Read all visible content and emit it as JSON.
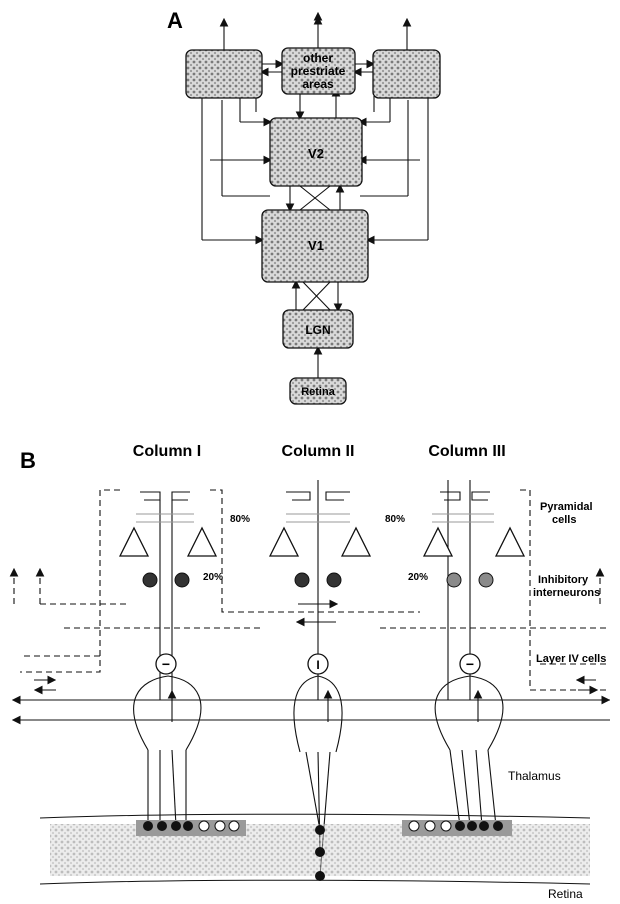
{
  "panel_a": {
    "letter": "A",
    "boxes": {
      "other": [
        "other",
        "prestriate",
        "areas"
      ],
      "v2": "V2",
      "v1": "V1",
      "lgn": "LGN",
      "retina": "Retina"
    }
  },
  "panel_b": {
    "letter": "B",
    "columns": [
      "Column I",
      "Column II",
      "Column III"
    ],
    "labels": {
      "pyramidal": [
        "Pyramidal",
        "cells"
      ],
      "inhibitory": [
        "Inhibitory",
        "interneurons"
      ],
      "layer4": "Layer IV cells",
      "thalamus": "Thalamus",
      "retina": "Retina"
    },
    "percents": {
      "left_top": "80%",
      "left_bottom": "20%",
      "right_top": "80%",
      "right_bottom": "20%"
    },
    "layer4_symbols": [
      "−",
      "I",
      "−"
    ]
  },
  "colors": {
    "stroke": "#111111",
    "box_fill": "#c9c9c9",
    "retina_patch": "#9a9a9a"
  }
}
